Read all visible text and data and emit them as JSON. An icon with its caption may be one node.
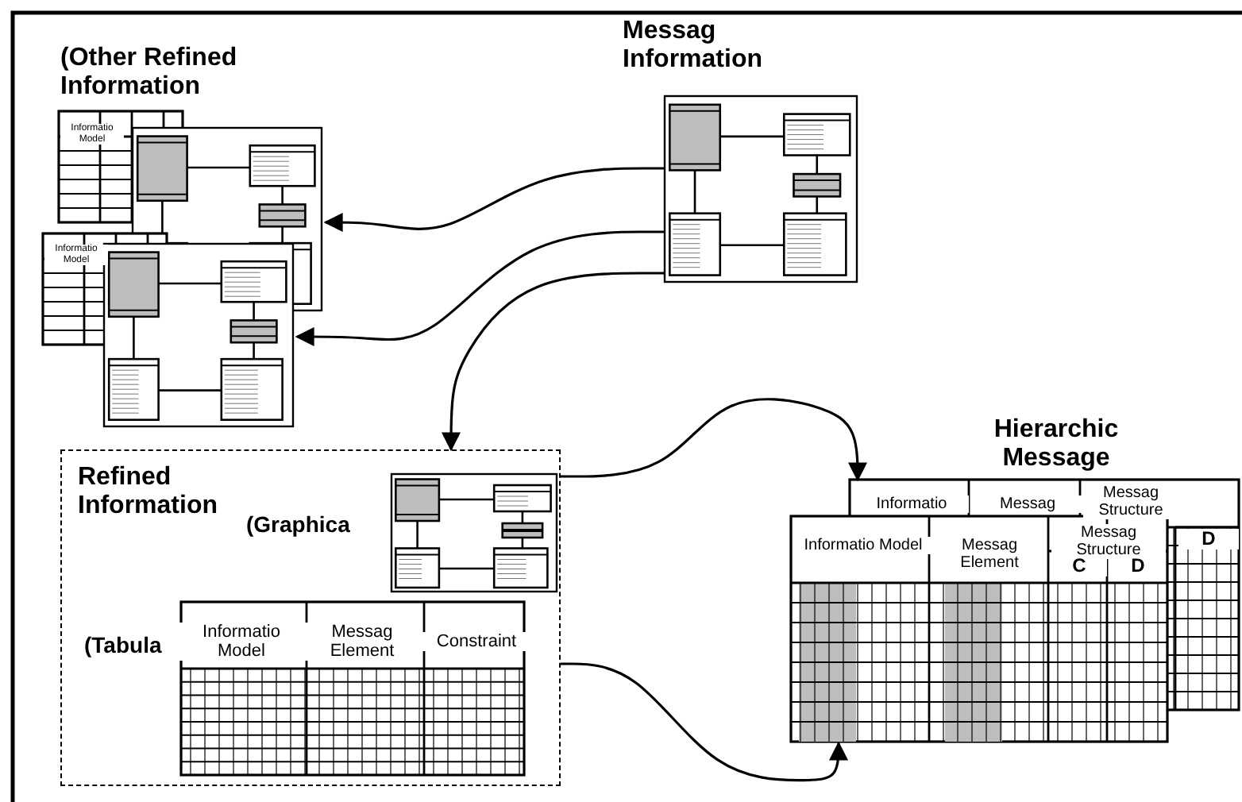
{
  "diagram": {
    "nodes": [
      {
        "text": [
          "(Other Refined Information"
        ]
      },
      {
        "text": [],
        "shape": "picture",
        "in": 0
      },
      {
        "text": [],
        "shape": "picture",
        "in": 0
      },
      {
        "text": [
          "Messag Information"
        ]
      },
      {
        "text": [],
        "shape": "picture",
        "in": 3
      },
      {
        "text": [
          "Refined Information"
        ]
      },
      {
        "text": [
          "(Graphica"
        ],
        "in": 5
      },
      {
        "text": [
          "(Tabula"
        ],
        "in": 5
      },
      {
        "text": [
          "Hierarchic Message"
        ]
      }
    ],
    "edges": [
      {
        "from": 4,
        "to": 1,
        "arrow": "to"
      },
      {
        "from": 4,
        "to": 2,
        "arrow": "to"
      },
      {
        "from": 4,
        "to": 5,
        "arrow": "to"
      },
      {
        "from": 5,
        "to": 8,
        "arrow": "to"
      },
      {
        "from": 5,
        "to": 8,
        "arrow": "to"
      }
    ],
    "labels": [
      "Informatio Model",
      "Informatio Model",
      "Informatio Model",
      "Messag Element",
      "Constraint",
      "Informatio",
      "Messag",
      "Messag Structure",
      "D",
      "Informatio Model",
      "Messag Element",
      "Messag Structure",
      "C",
      "D"
    ]
  }
}
